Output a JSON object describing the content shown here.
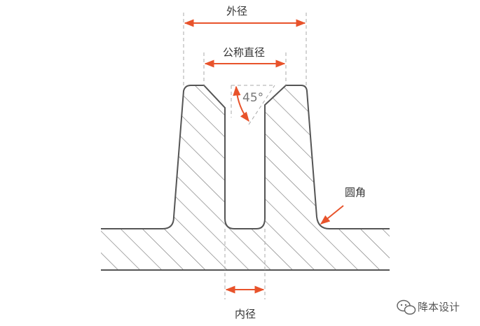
{
  "labels": {
    "outer_diameter": "外径",
    "nominal_diameter": "公称直径",
    "inner_diameter": "内径",
    "fillet": "圆角",
    "angle": "45°"
  },
  "watermark": {
    "text": "降本设计",
    "icon": "wechat-icon"
  },
  "colors": {
    "accent": "#e8532b",
    "outline": "#555555",
    "hatch": "#777777",
    "dashed": "#aaaaaa"
  }
}
